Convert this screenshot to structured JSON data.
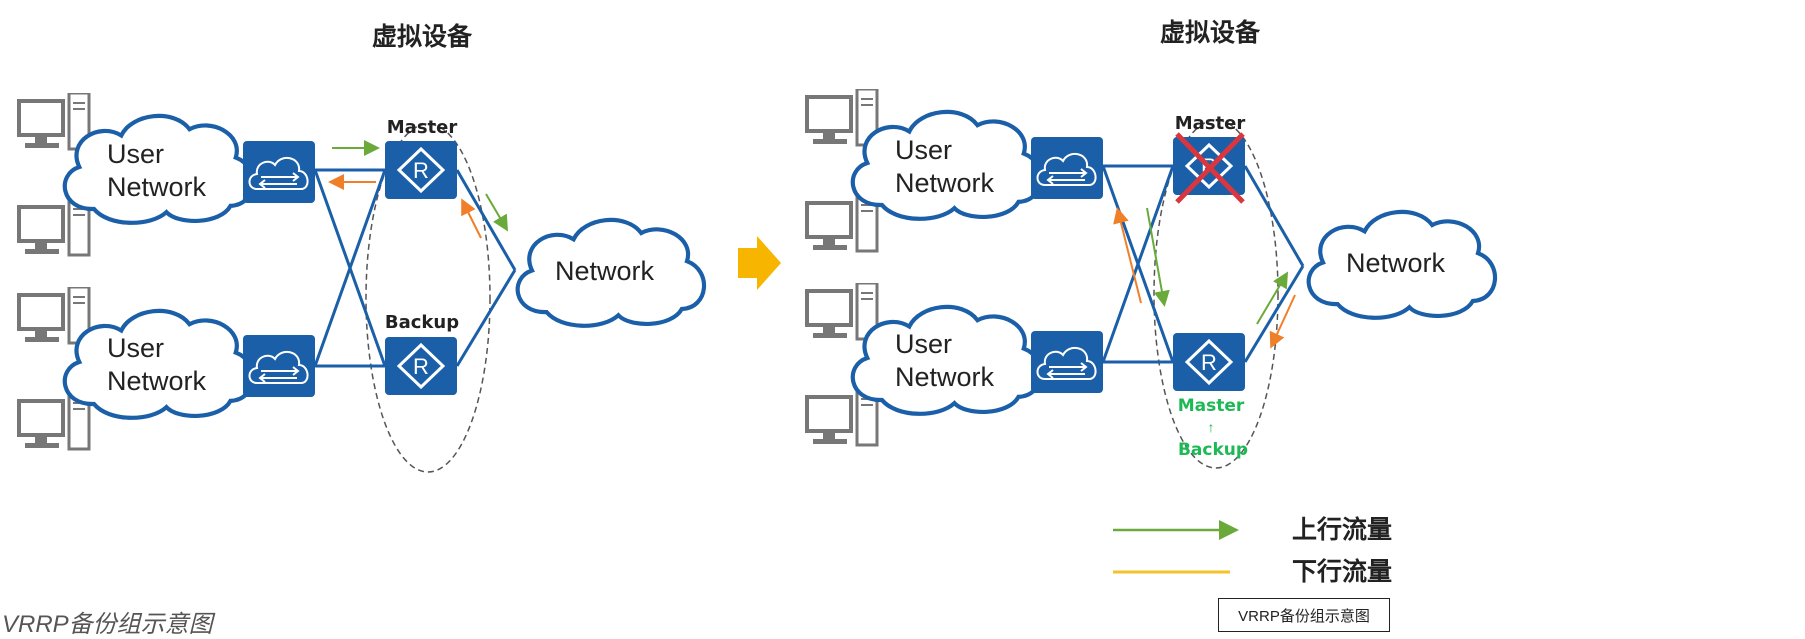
{
  "colors": {
    "device_blue": "#1a5fa8",
    "uplink": "#6aaa3a",
    "downlink": "#f07f2a",
    "legend_downlink": "#f5c22a",
    "arrow": "#f8b500",
    "failure_x": "#d9363e",
    "new_role": "#1db954"
  },
  "left": {
    "title": "虚拟设备",
    "user_network_1": [
      "User",
      "Network"
    ],
    "user_network_2": [
      "User",
      "Network"
    ],
    "network": "Network",
    "master_label": "Master",
    "backup_label": "Backup"
  },
  "right": {
    "title": "虚拟设备",
    "user_network_1": [
      "User",
      "Network"
    ],
    "user_network_2": [
      "User",
      "Network"
    ],
    "network": "Network",
    "master_label": "Master",
    "role_change": {
      "new": "Master",
      "arrow": "↑",
      "old": "Backup"
    }
  },
  "legend": {
    "uplink": "上行流量",
    "downlink": "下行流量"
  },
  "caption": "VRRP备份组示意图",
  "tooltip": "VRRP备份组示意图"
}
